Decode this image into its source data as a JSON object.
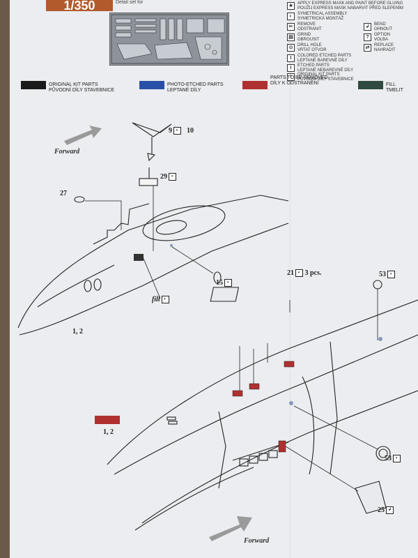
{
  "header": {
    "scale": "1/350",
    "subtitle": "Detail set for"
  },
  "legend_left": [
    {
      "icon": "express-mask-icon",
      "glyph": "★",
      "text": "APPLY EXPRESS MASK AND PAINT BEFORE GLUING\nPOUŽIJ EXPRESS MASK NABARVIT PŘED SLEPENÍM"
    },
    {
      "icon": "symmetrical-icon",
      "glyph": "◐",
      "text": "SYMETRICAL ASSEMBLY\nSYMETRICKÁ MONTÁŽ"
    },
    {
      "icon": "remove-icon",
      "glyph": "✂",
      "text": "REMOVE\nODSTRANIT"
    },
    {
      "icon": "grind-icon",
      "glyph": "▤",
      "text": "GRIND\nOBROUSIT"
    },
    {
      "icon": "drill-icon",
      "glyph": "⊙",
      "text": "DRILL HOLE\nVRTAT OTVOR"
    },
    {
      "icon": "colored-etched-icon",
      "glyph": "I",
      "text": "COLORED ETCHED PARTS\nLEPTANÉ BAREVNÉ DÍLY"
    },
    {
      "icon": "etched-parts-icon",
      "glyph": "I",
      "text": "ETCHED PARTS\nLEPTANÉ NEBAREVNÉ DÍLY"
    },
    {
      "icon": "original-parts-icon",
      "glyph": "I",
      "text": "ORIGINAL KIT PARTS\nPŮVODNÍ DÍLY STAVEBNICE"
    }
  ],
  "legend_right": [
    {
      "icon": "bend-icon",
      "glyph": "↲",
      "text": "BEND\nOHNOUT"
    },
    {
      "icon": "option-icon",
      "glyph": "?",
      "text": "OPTION\nVOLBA"
    },
    {
      "icon": "replace-icon",
      "glyph": "⇄",
      "text": "REPLACE\nNAHRADIT"
    }
  ],
  "color_key": [
    {
      "text": "ORIGINAL KIT PARTS\nPŮVODNÍ DÍLY STAVEBNICE",
      "color": "#1a1a1a"
    },
    {
      "text": "PHOTO-ETCHED PARTS\nLEPTANÉ DÍLY",
      "color": "#2a4fa8"
    },
    {
      "text": "PARTS TO BE REMOVED\nDÍLY K ODSTRANĚNÍ",
      "color": "#b03030"
    },
    {
      "text": "FILL\nTMELIT",
      "color": "#2f4a40"
    }
  ],
  "labels": {
    "forward_top": "Forward",
    "forward_bottom": "Forward",
    "p9": "9",
    "p10": "10",
    "p29": "29",
    "p27": "27",
    "p15": "15",
    "fill": "fill",
    "p12_top": "1, 2",
    "p21": "21",
    "p21_note": "3 pcs.",
    "p53_top": "53",
    "p53_bottom": "53",
    "p12_bottom": "1, 2",
    "p25": "25"
  },
  "colors": {
    "removed": "#b03030",
    "accent": "#b25a2b"
  }
}
